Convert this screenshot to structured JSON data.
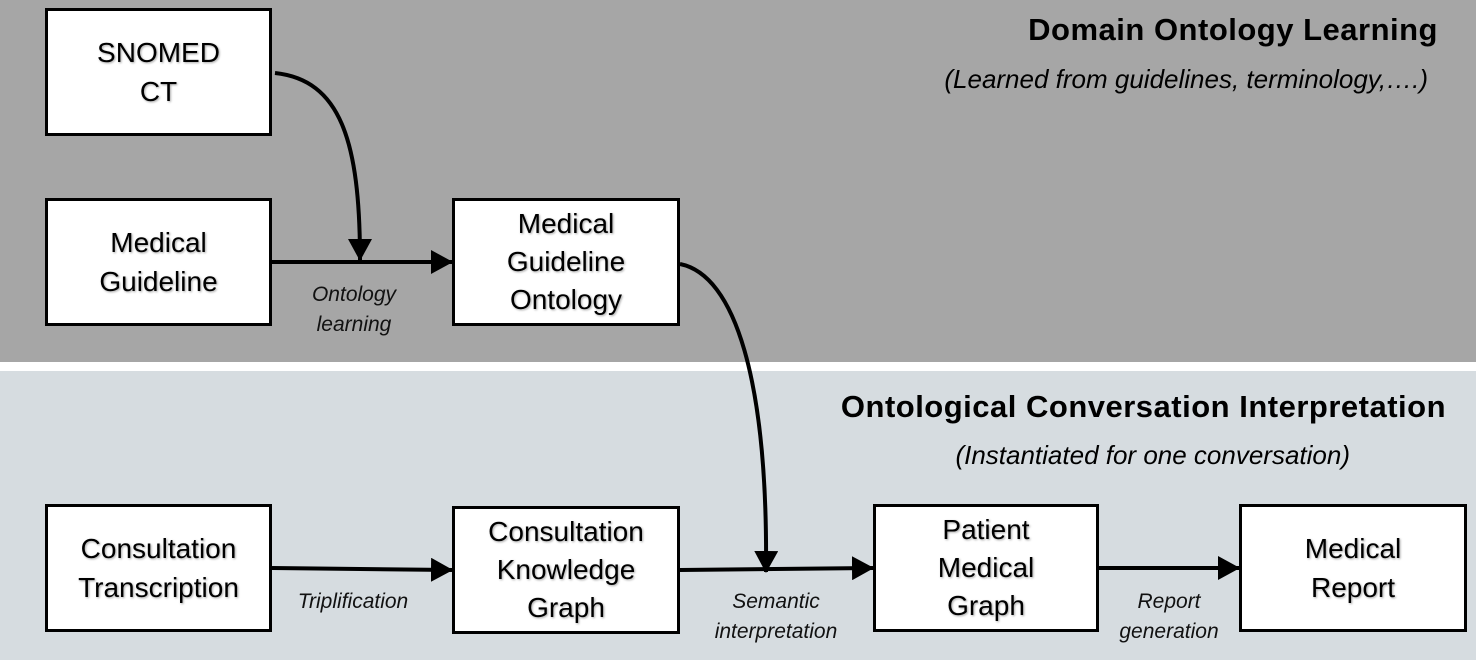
{
  "sections": {
    "top": {
      "title": "Domain Ontology Learning",
      "subtitle": "(Learned from guidelines, terminology,….)"
    },
    "bottom": {
      "title": "Ontological Conversation Interpretation",
      "subtitle": "(Instantiated for one conversation)"
    }
  },
  "nodes": {
    "snomed": {
      "lines": [
        "SNOMED",
        "CT"
      ]
    },
    "guideline": {
      "lines": [
        "Medical",
        "Guideline"
      ]
    },
    "guideline_ontology": {
      "lines": [
        "Medical",
        "Guideline",
        "Ontology"
      ]
    },
    "transcription": {
      "lines": [
        "Consultation",
        "Transcription"
      ]
    },
    "knowledge_graph": {
      "lines": [
        "Consultation",
        "Knowledge",
        "Graph"
      ]
    },
    "patient_graph": {
      "lines": [
        "Patient",
        "Medical",
        "Graph"
      ]
    },
    "report": {
      "lines": [
        "Medical",
        "Report"
      ]
    }
  },
  "edges": {
    "ontology_learning": {
      "lines": [
        "Ontology",
        "learning"
      ]
    },
    "triplification": {
      "lines": [
        "Triplification"
      ]
    },
    "semantic_interpretation": {
      "lines": [
        "Semantic",
        "interpretation"
      ]
    },
    "report_generation": {
      "lines": [
        "Report",
        "generation"
      ]
    }
  },
  "colors": {
    "top_panel": "#a6a6a6",
    "bottom_panel": "#d6dce0",
    "box_fill": "#ffffff",
    "stroke": "#000000"
  }
}
